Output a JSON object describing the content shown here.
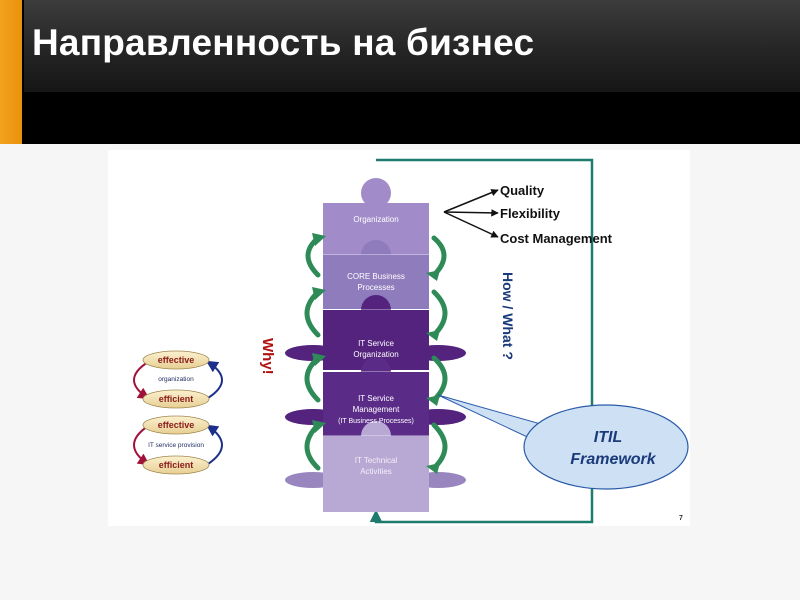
{
  "slide": {
    "title": "Направленность на бизнес",
    "page_number": "7"
  },
  "diagram": {
    "layers": [
      {
        "label": "Organization"
      },
      {
        "label": "CORE Business Processes"
      },
      {
        "label": "IT Service Organization"
      },
      {
        "label": "IT Service Management (IT Business Processes)"
      },
      {
        "label": "IT Technical Activities"
      }
    ],
    "outcomes": [
      "Quality",
      "Flexibility",
      "Cost Management"
    ],
    "why_label": "Why!",
    "how_what_label": "How / What ?",
    "callout": {
      "line1": "ITIL",
      "line2": "Framework"
    },
    "left_panel": {
      "effective_1": "effective",
      "caption_1": "organization",
      "efficient_1": "efficient",
      "effective_2": "effective",
      "caption_2": "IT service provision",
      "efficient_2": "efficient"
    },
    "colors": {
      "light_purple": "#a08ac6",
      "dark_purple": "#53237e",
      "green_arrow": "#2e8b57",
      "teal_frame": "#1e7b6e",
      "navy_text": "#1a3a7a",
      "red_text": "#b01111",
      "callout_fill": "#cde0f4"
    }
  }
}
